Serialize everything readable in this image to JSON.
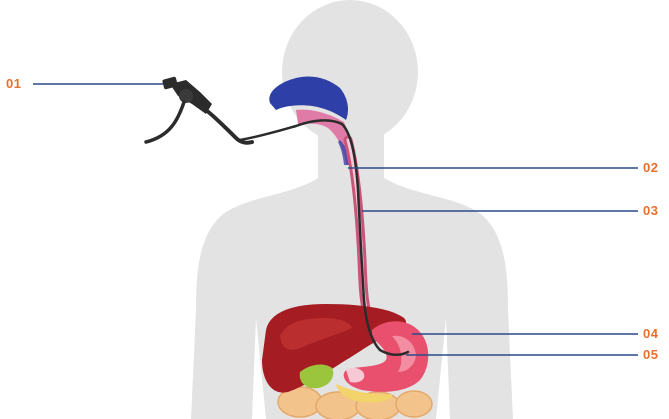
{
  "labels": [
    {
      "id": "01",
      "text": "01"
    },
    {
      "id": "02",
      "text": "02"
    },
    {
      "id": "03",
      "text": "03"
    },
    {
      "id": "04",
      "text": "04"
    },
    {
      "id": "05",
      "text": "05"
    }
  ],
  "colors": {
    "background": "#ffffff",
    "silhouette": "#e3e3e3",
    "label_text": "#e8702a",
    "leader_line": "#2a4a8c",
    "oral_cavity": "#2f3fa8",
    "tissue_pink": "#e07aa6",
    "esophagus": "#c9557a",
    "liver": "#a51c22",
    "stomach": "#e8506e",
    "gallbladder": "#9bc53d",
    "intestine": "#f2c48c",
    "endoscope": "#2b2b2b"
  },
  "icons": {
    "endoscope": "endoscope-icon"
  }
}
